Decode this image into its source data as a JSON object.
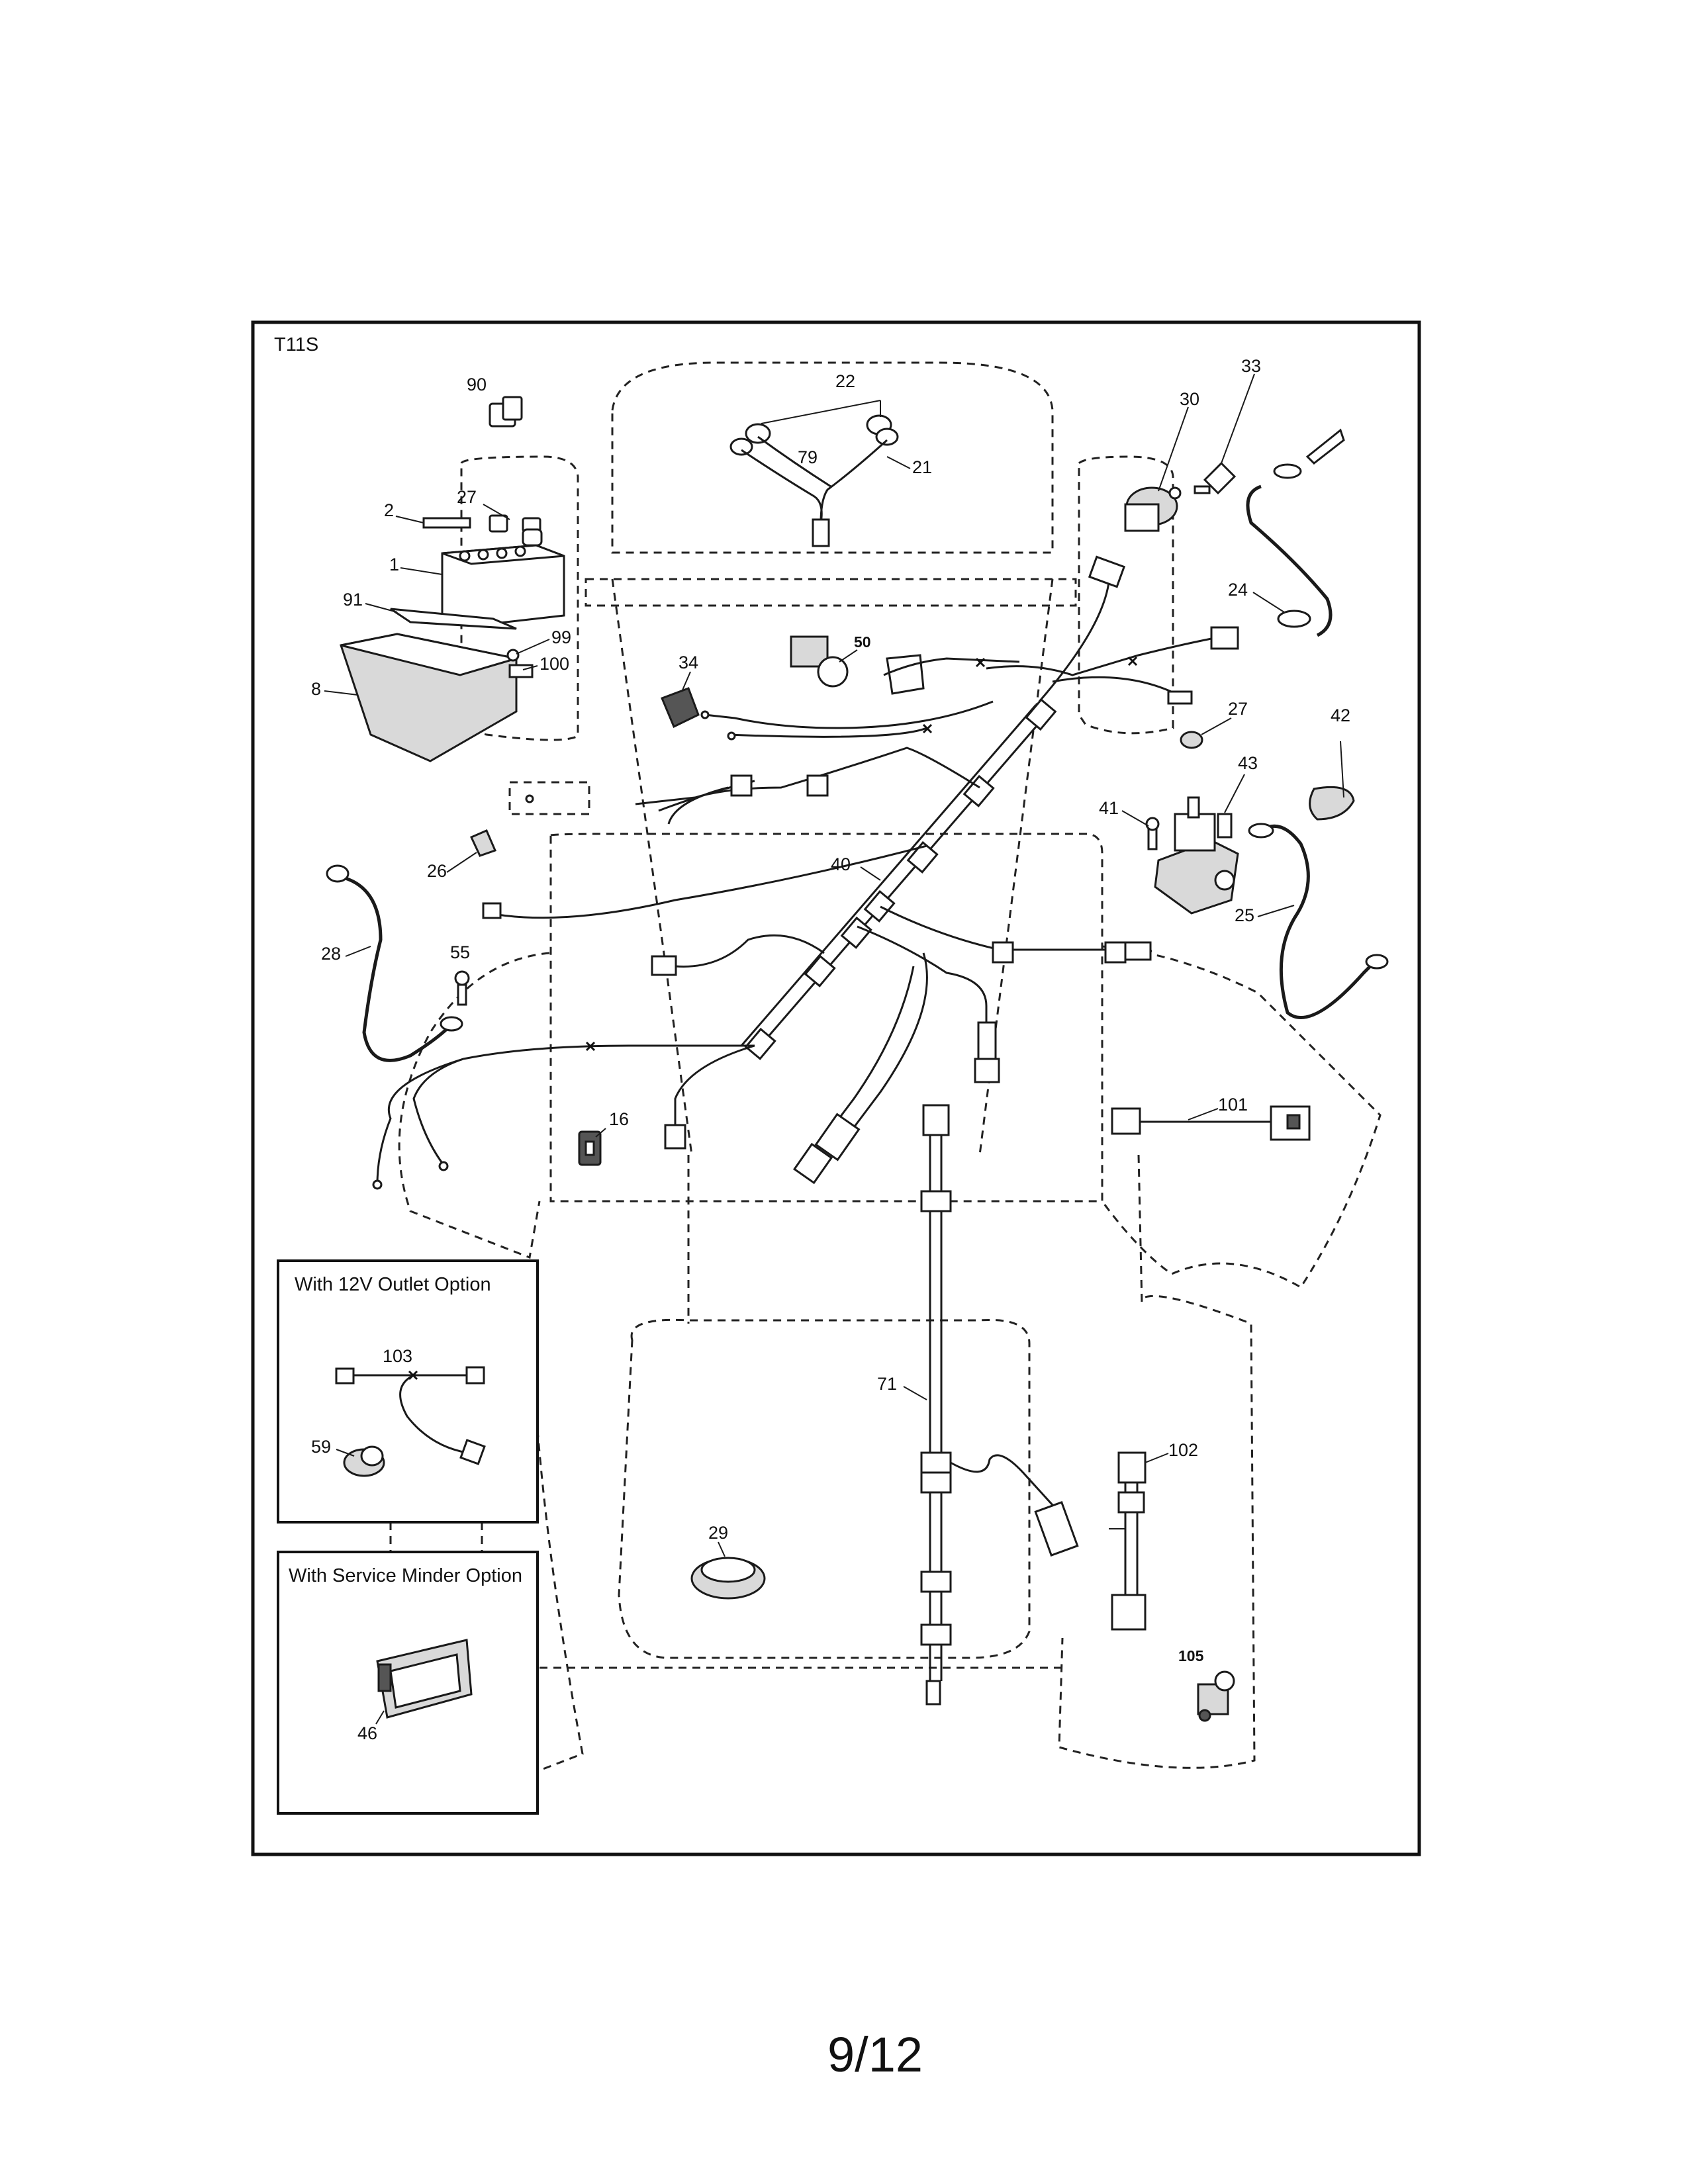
{
  "diagram_id": "T11S",
  "page_number": "9/12",
  "insets": {
    "outlet_option": {
      "title": "With 12V Outlet Option",
      "parts": [
        "103",
        "59"
      ]
    },
    "service_minder_option": {
      "title": "With Service Minder Option",
      "parts": [
        "46"
      ]
    }
  },
  "callouts": [
    "90",
    "27",
    "2",
    "1",
    "91",
    "99",
    "100",
    "8",
    "22",
    "79",
    "21",
    "30",
    "33",
    "24",
    "34",
    "50",
    "27",
    "42",
    "43",
    "41",
    "26",
    "40",
    "28",
    "55",
    "25",
    "16",
    "101",
    "103",
    "59",
    "71",
    "102",
    "29",
    "105",
    "46"
  ]
}
